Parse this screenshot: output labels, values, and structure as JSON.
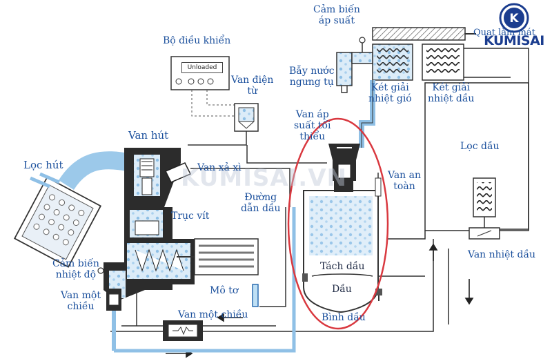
{
  "brand": {
    "name": "KUMISAI",
    "watermark": "KUMISAI.VN",
    "accent": "#1b3d8f"
  },
  "controller": {
    "label": "Bộ điều khiển",
    "display_text": "Unloaded"
  },
  "labels": {
    "pressure_sensor": [
      "Cảm biến",
      "áp suất"
    ],
    "condensate_trap": [
      "Bẫy nước",
      "ngưng tụ"
    ],
    "fan": "Quạt làm mát",
    "air_cooler": [
      "Két giải",
      "nhiệt gió"
    ],
    "oil_cooler": [
      "Két giải",
      "nhiệt dầu"
    ],
    "solenoid_valve": [
      "Van điện",
      "từ"
    ],
    "min_pressure_valve": [
      "Van áp",
      "suất tối",
      "thiểu"
    ],
    "intake_valve": "Van hút",
    "intake_filter": "Lọc hút",
    "blowdown_valve": "Van xả xì",
    "oil_line": [
      "Đường",
      "dẫn dầu"
    ],
    "screw": "Trục vít",
    "safety_valve": [
      "Van an",
      "toàn"
    ],
    "oil_filter": "Lọc dầu",
    "temp_sensor": [
      "Cảm biến",
      "nhiệt độ"
    ],
    "check_valve_left": [
      "Van một",
      "chiều"
    ],
    "motor": "Mô tơ",
    "check_valve_bottom": "Van một chiều",
    "separator": "Tách dầu",
    "oil": "Dầu",
    "oil_tank": "Bình dầu",
    "thermo_valve": "Van nhiệt dầu"
  },
  "colors": {
    "label": "#1a4f9c",
    "line": "#2d2d2d",
    "air": "#9cc9ea",
    "highlight": "#d9383f"
  },
  "icons": [
    "pressure-gauge-icon",
    "fan-icon",
    "flow-arrow-icon",
    "k-logo-icon"
  ]
}
